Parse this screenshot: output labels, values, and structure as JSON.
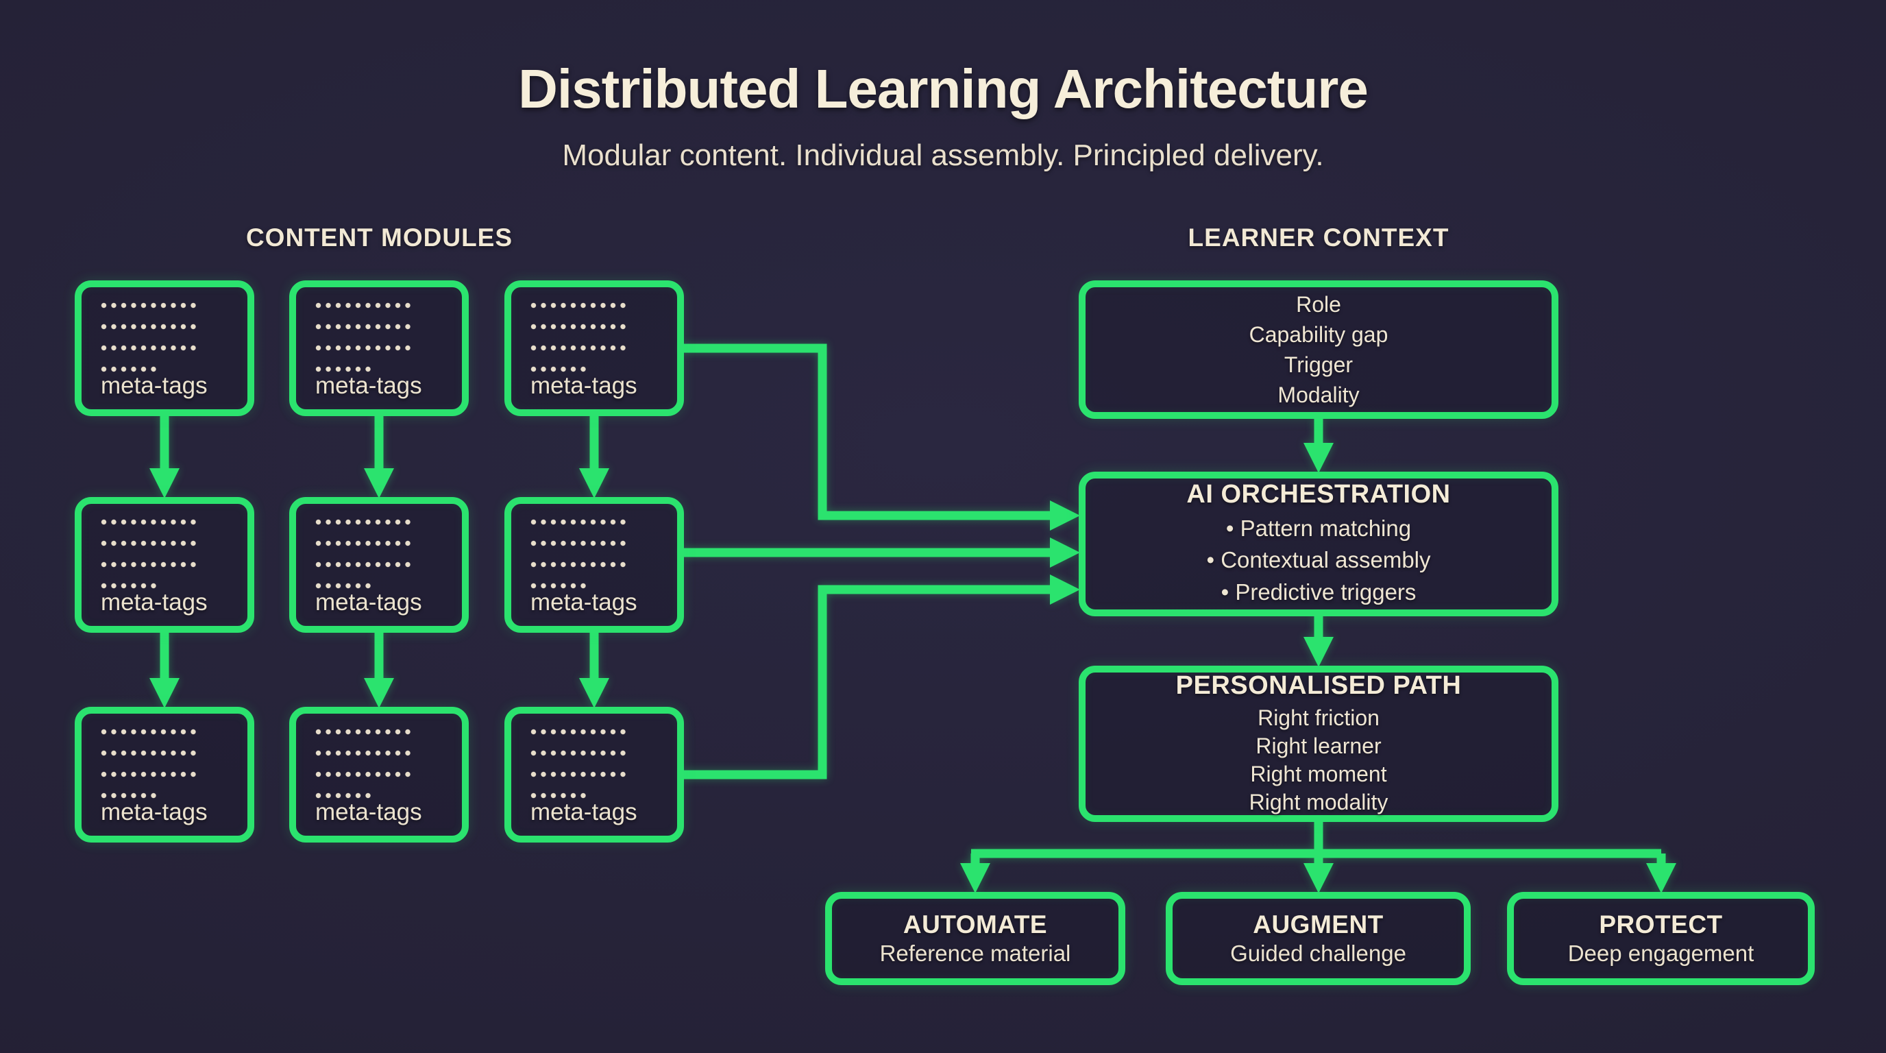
{
  "title": "Distributed Learning Architecture",
  "subtitle": "Modular content. Individual assembly. Principled delivery.",
  "colors": {
    "accent_green": "#2be36e",
    "background_navy": "#242236",
    "text_cream": "#f1e8d4"
  },
  "content_modules": {
    "heading": "CONTENT MODULES",
    "module_label": "meta-tags",
    "grid": {
      "columns": 3,
      "rows": 3
    }
  },
  "learner_context": {
    "heading": "LEARNER CONTEXT",
    "context_box": {
      "lines": [
        "Role",
        "Capability gap",
        "Trigger",
        "Modality"
      ]
    },
    "orchestration_box": {
      "title": "AI ORCHESTRATION",
      "bullets": [
        "Pattern matching",
        "Contextual assembly",
        "Predictive triggers"
      ]
    },
    "path_box": {
      "title": "PERSONALISED PATH",
      "lines": [
        "Right friction",
        "Right learner",
        "Right moment",
        "Right modality"
      ]
    },
    "outcomes": [
      {
        "title": "AUTOMATE",
        "subtitle": "Reference material"
      },
      {
        "title": "AUGMENT",
        "subtitle": "Guided challenge"
      },
      {
        "title": "PROTECT",
        "subtitle": "Deep engagement"
      }
    ]
  }
}
